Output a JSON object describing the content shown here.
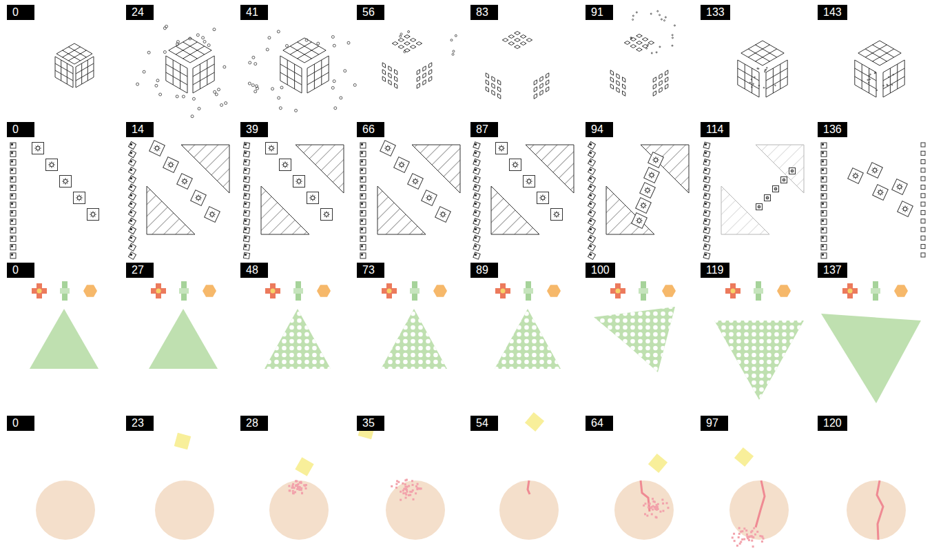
{
  "diagram": {
    "labels": [
      "0",
      "24",
      "41",
      "56",
      "83",
      "91",
      "133",
      "143",
      "0",
      "14",
      "39",
      "66",
      "87",
      "94",
      "114",
      "136",
      "0",
      "27",
      "48",
      "73",
      "89",
      "100",
      "119",
      "137",
      "0",
      "23",
      "28",
      "35",
      "54",
      "64",
      "97",
      "120"
    ]
  }
}
